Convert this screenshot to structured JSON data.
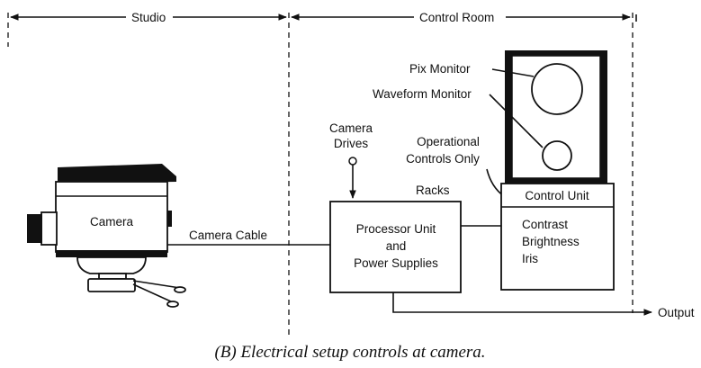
{
  "regions": {
    "studio": "Studio",
    "control_room": "Control Room"
  },
  "components": {
    "camera": "Camera",
    "camera_cable": "Camera Cable",
    "camera_drives_line1": "Camera",
    "camera_drives_line2": "Drives",
    "racks": "Racks",
    "processor_line1": "Processor Unit",
    "processor_line2": "and",
    "processor_line3": "Power Supplies",
    "operational_line1": "Operational",
    "operational_line2": "Controls Only",
    "control_unit": "Control Unit",
    "control_contrast": "Contrast",
    "control_brightness": "Brightness",
    "control_iris": "Iris",
    "pix_monitor": "Pix Monitor",
    "waveform_monitor": "Waveform Monitor",
    "output": "Output"
  },
  "caption": "(B)  Electrical setup controls at camera."
}
